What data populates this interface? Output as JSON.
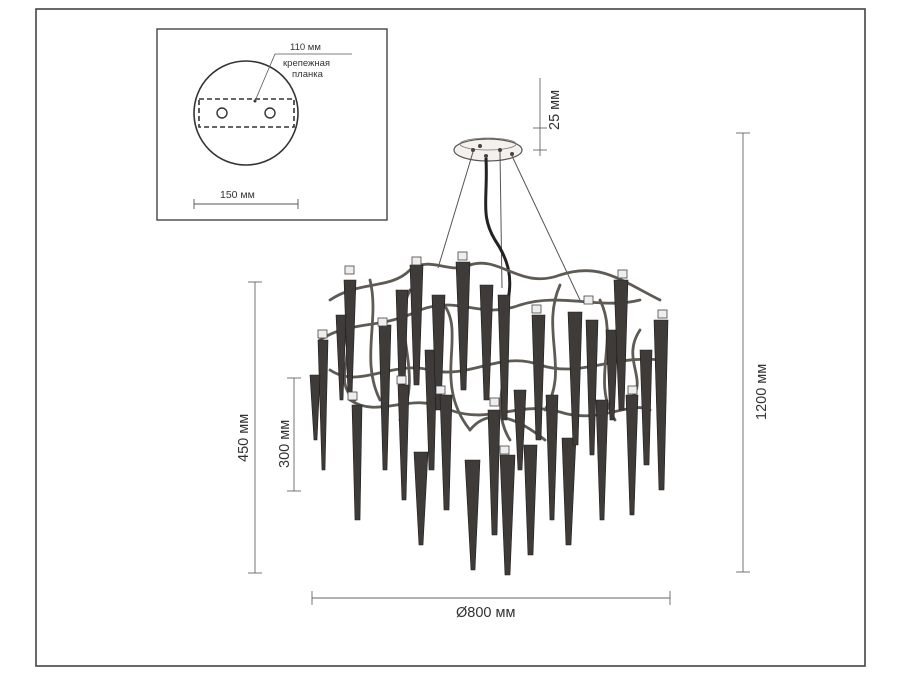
{
  "mount_detail": {
    "bracket_width": "110 мм",
    "bracket_label_1": "крепежная",
    "bracket_label_2": "планка",
    "plate_diameter": "150 мм"
  },
  "dimensions": {
    "canopy_height": "25 мм",
    "total_height": "1200 мм",
    "body_height": "450 мм",
    "inner_height": "300 мм",
    "diameter": "Ø800 мм"
  }
}
